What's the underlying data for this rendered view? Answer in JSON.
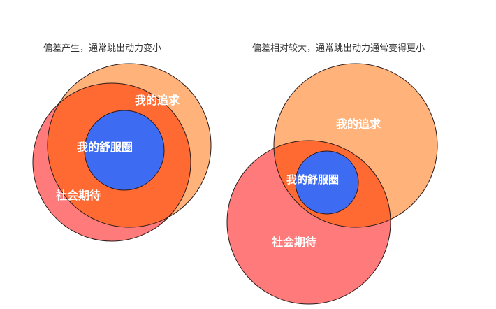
{
  "left_diagram": {
    "caption": "偏差产生，通常跳出动力变小",
    "labels": {
      "pursuit": "我的追求",
      "comfort_zone": "我的舒服圈",
      "social_expectation": "社会期待"
    }
  },
  "right_diagram": {
    "caption": "偏差相对较大，通常跳出动力通常变得更小",
    "labels": {
      "pursuit": "我的追求",
      "comfort_zone": "我的舒服圈",
      "social_expectation": "社会期待"
    }
  },
  "colors": {
    "pursuit": "#FFB27A",
    "social_expectation": "#FF7B7B",
    "overlap": "#FF6A33",
    "comfort_zone": "#3D6BF2",
    "stroke": "#2A1A1A"
  }
}
